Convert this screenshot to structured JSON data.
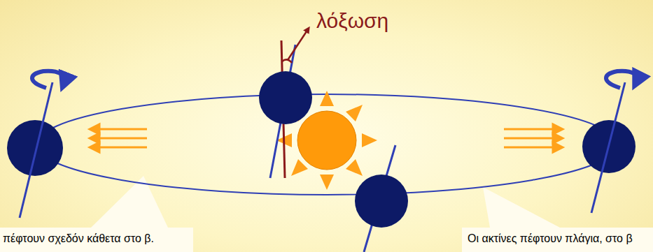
{
  "diagram": {
    "nodes": [
      {
        "text": [
          "πέφτουν σχεδόν κάθετα στο β."
        ]
      },
      {
        "text": [
          "Οι ακτίνες πέφτουν πλάγια, στο β"
        ]
      }
    ],
    "labels": [
      "λόξωση"
    ]
  }
}
